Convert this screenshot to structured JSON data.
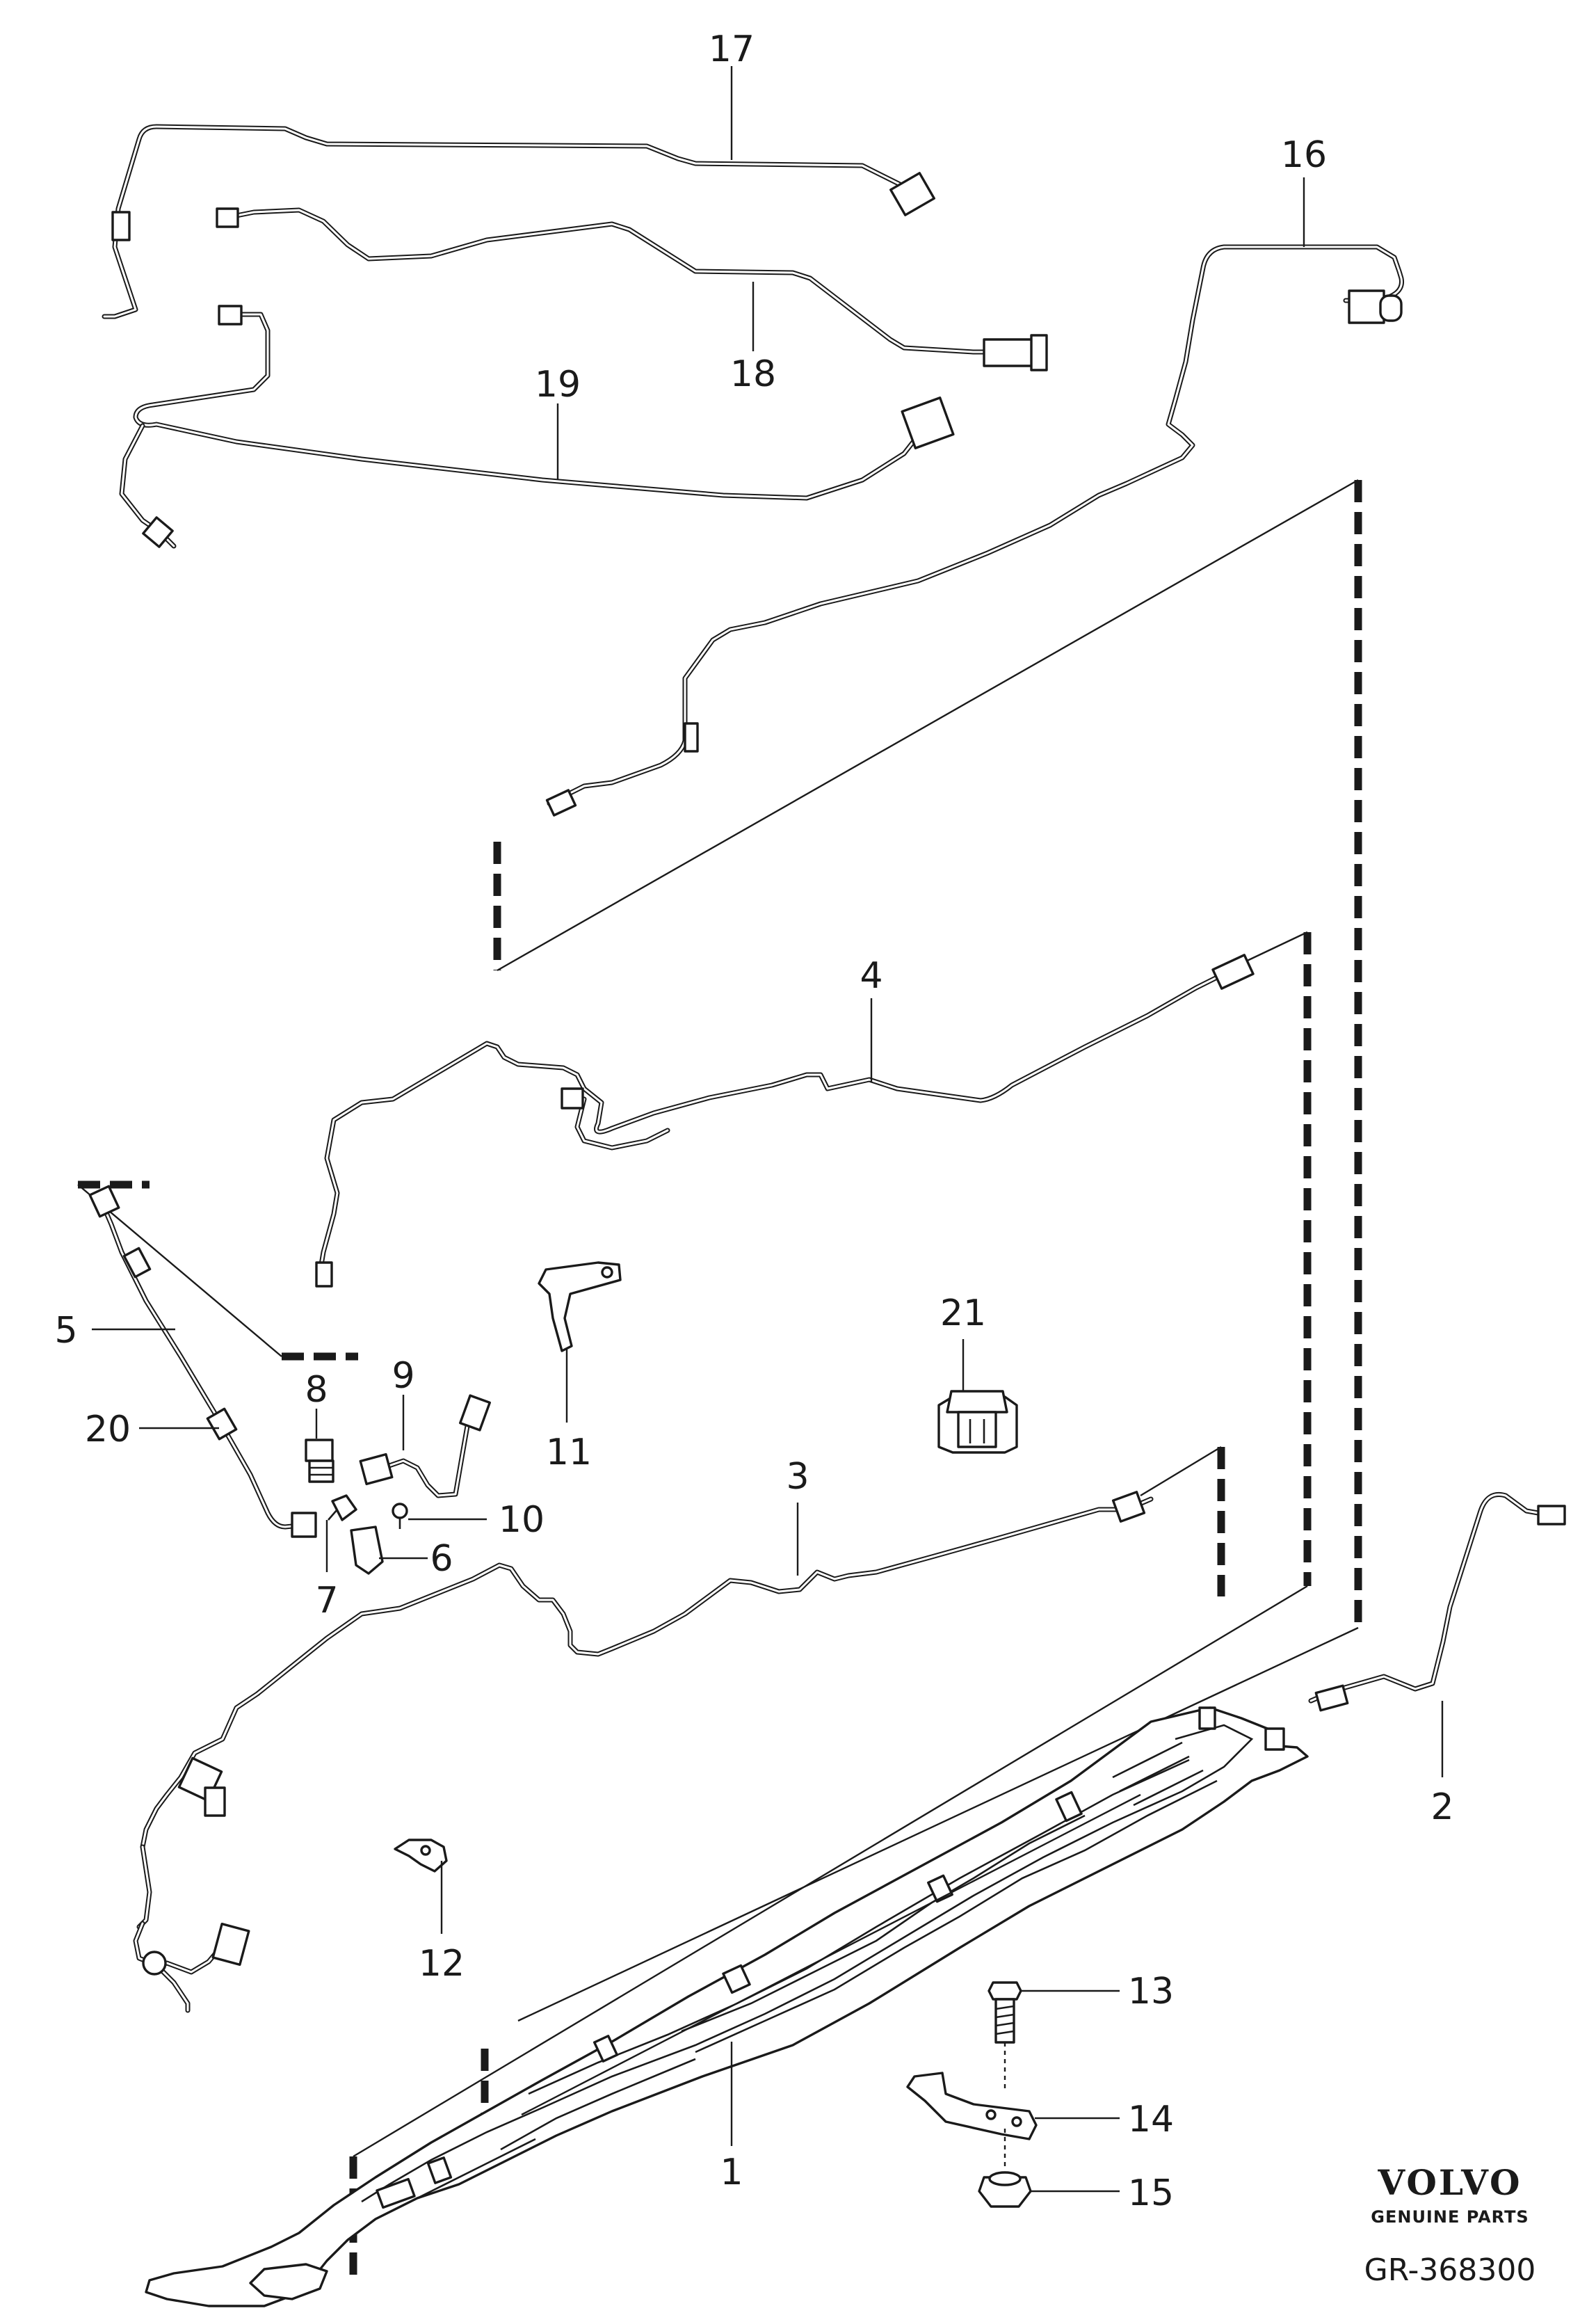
{
  "callouts": {
    "c1": "1",
    "c2": "2",
    "c3": "3",
    "c4": "4",
    "c5": "5",
    "c6": "6",
    "c7": "7",
    "c8": "8",
    "c9": "9",
    "c10": "10",
    "c11": "11",
    "c12": "12",
    "c13": "13",
    "c14": "14",
    "c15": "15",
    "c16": "16",
    "c17": "17",
    "c18": "18",
    "c19": "19",
    "c20": "20",
    "c21": "21"
  },
  "brand": {
    "logo": "VOLVO",
    "tagline": "GENUINE PARTS",
    "reference": "GR-368300"
  }
}
